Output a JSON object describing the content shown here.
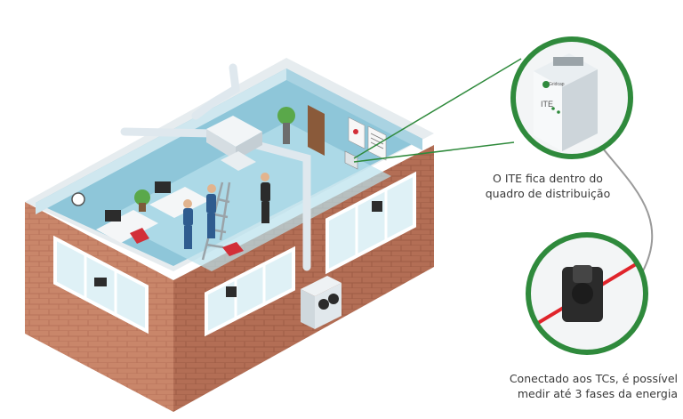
{
  "captions": {
    "ite": [
      "O ITE fica dentro do",
      "quadro de distribuição"
    ],
    "tc": [
      "Conectado aos TCs, é possível",
      "medir até 3 fases da energia"
    ]
  },
  "device_label": "ITE",
  "device_brand": "Gridcap",
  "colors": {
    "brick": "#c9866a",
    "brick_dark": "#a9654c",
    "floor": "#8ec6d9",
    "floor_light": "#b9e1ec",
    "circle_border": "#2f8a3c",
    "pointer_line": "#2f8a3c",
    "clamp": "#2b2b2b",
    "wire_red": "#e0242b"
  }
}
